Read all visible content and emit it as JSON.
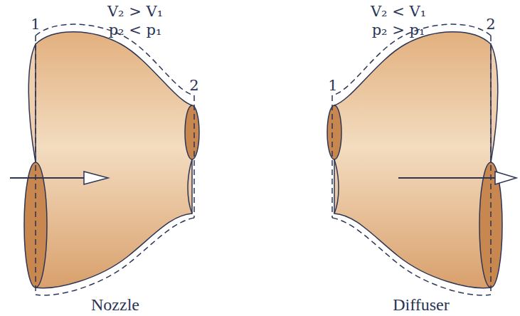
{
  "diagram": {
    "labels": [
      "V₂ > V₁",
      "V₂ < V₁",
      "p₂ < p₁",
      "p₂ > p₁",
      "1",
      "1",
      "2",
      "2",
      "Nozzle",
      "Diffuser"
    ]
  }
}
